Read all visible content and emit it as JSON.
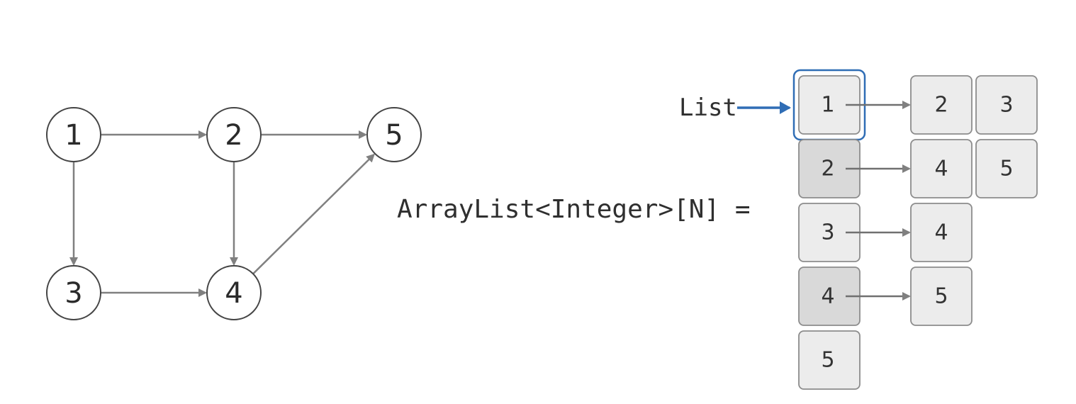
{
  "graph": {
    "nodes": [
      "1",
      "2",
      "5",
      "3",
      "4"
    ],
    "edges": [
      {
        "from": "1",
        "to": "2"
      },
      {
        "from": "2",
        "to": "5"
      },
      {
        "from": "1",
        "to": "3"
      },
      {
        "from": "2",
        "to": "4"
      },
      {
        "from": "3",
        "to": "4"
      },
      {
        "from": "4",
        "to": "5"
      }
    ]
  },
  "declaration": "ArrayList<Integer>[N] =",
  "list_pointer_label": "List",
  "adjacency": [
    {
      "index": "1",
      "neighbors": [
        "2",
        "3"
      ]
    },
    {
      "index": "2",
      "neighbors": [
        "4",
        "5"
      ]
    },
    {
      "index": "3",
      "neighbors": [
        "4"
      ]
    },
    {
      "index": "4",
      "neighbors": [
        "5"
      ]
    },
    {
      "index": "5",
      "neighbors": []
    }
  ],
  "colors": {
    "highlight": "#2f6db5",
    "box_fill": "#ececec",
    "box_fill_dark": "#d9d9d9",
    "edge": "#808080"
  }
}
